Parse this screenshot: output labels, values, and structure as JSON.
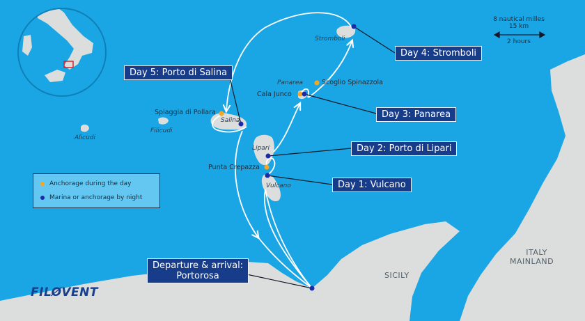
{
  "days": {
    "day1": "Day 1: Vulcano",
    "day2": "Day 2: Porto di Lipari",
    "day3": "Day 3: Panarea",
    "day4": "Day 4: Stromboli",
    "day5": "Day 5: Porto di Salina",
    "departure_line1": "Departure & arrival:",
    "departure_line2": "Portorosa"
  },
  "islands": {
    "stromboli": "Stromboli",
    "panarea": "Panarea",
    "salina": "Salina",
    "filicudi": "Filicudi",
    "alicudi": "Alicudi",
    "lipari": "Lipari",
    "vulcano": "Vulcano"
  },
  "places": {
    "scoglio": "Scoglio Spinazzola",
    "cala_junco": "Cala Junco",
    "pollara": "Spiaggia di Pollara",
    "crepazza": "Punta Crepazza"
  },
  "land_labels": {
    "sicily": "SICILY",
    "italy_line1": "ITALY",
    "italy_line2": "MAINLAND"
  },
  "legend": {
    "anchorage_day": "Anchorage during the day",
    "marina_night": "Marina or anchorage by night"
  },
  "scale": {
    "distance_nm": "8 nautical milles",
    "distance_km": "15 km",
    "time": "2 hours"
  },
  "brand": {
    "logo_text": "FILØVENT"
  },
  "colors": {
    "sea": "#1aa6e4",
    "land": "#dcdedd",
    "route": "#ffffff",
    "anchorage_day_dot": "#f5a623",
    "marina_night_dot": "#1a2aa8",
    "label_box": "#163c8a",
    "brand": "#173f8c"
  }
}
